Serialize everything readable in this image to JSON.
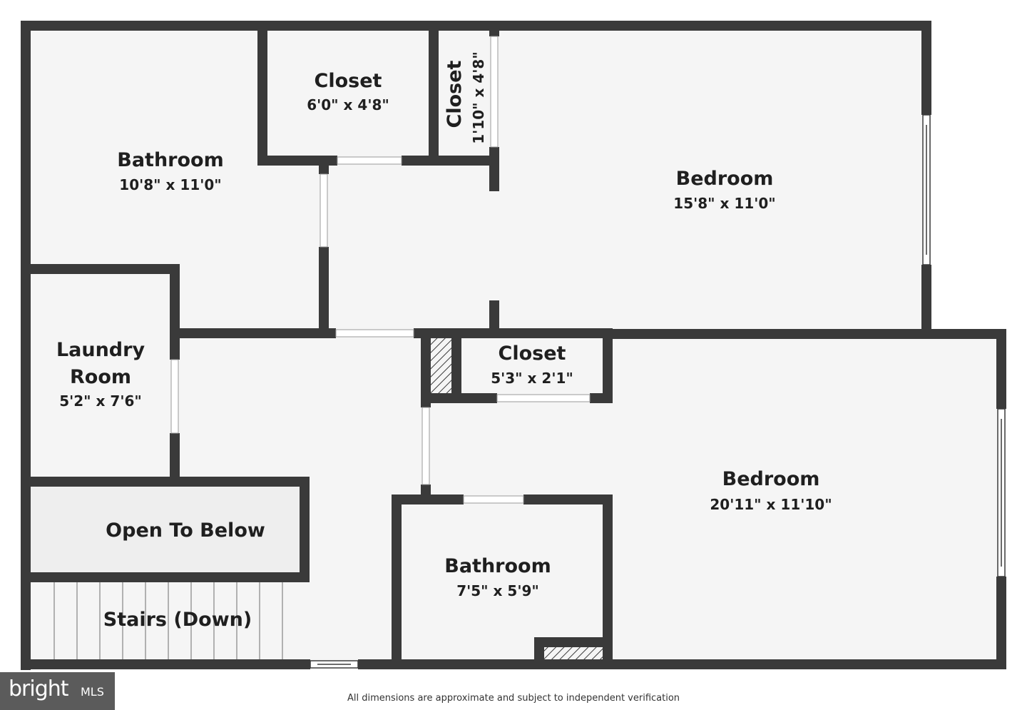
{
  "rooms": {
    "bathroom_top": {
      "name": "Bathroom",
      "dims": "10'8\" x 11'0\""
    },
    "closet_top": {
      "name": "Closet",
      "dims": "6'0\" x 4'8\""
    },
    "closet_narrow": {
      "name": "Closet",
      "dims": "1'10\" x 4'8\""
    },
    "bedroom_top": {
      "name": "Bedroom",
      "dims": "15'8\" x 11'0\""
    },
    "laundry": {
      "name_line1": "Laundry",
      "name_line2": "Room",
      "dims": "5'2\" x 7'6\""
    },
    "closet_mid": {
      "name": "Closet",
      "dims": "5'3\" x 2'1\""
    },
    "bedroom_bottom": {
      "name": "Bedroom",
      "dims": "20'11\" x 11'10\""
    },
    "open_below": {
      "name": "Open To Below"
    },
    "stairs": {
      "name": "Stairs (Down)"
    },
    "bathroom_bottom": {
      "name": "Bathroom",
      "dims": "7'5\" x 5'9\""
    }
  },
  "footer": {
    "disclaimer": "All dimensions are approximate and subject to independent verification",
    "logo_main": "bright",
    "logo_sub": "MLS"
  },
  "colors": {
    "wall": "#3a3a3a",
    "floor": "#f5f5f5",
    "open_below": "#eeeeee",
    "logo_bg": "#5b5b5b"
  }
}
